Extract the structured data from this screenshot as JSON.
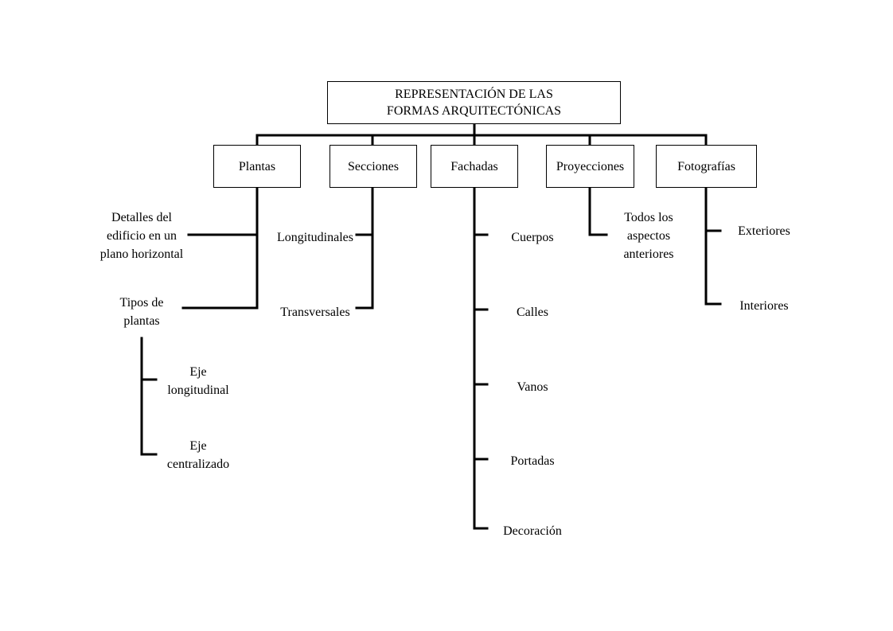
{
  "root": "REPRESENTACIÓN DE LAS\nFORMAS ARQUITECTÓNICAS",
  "categories": {
    "plantas": "Plantas",
    "secciones": "Secciones",
    "fachadas": "Fachadas",
    "proyecciones": "Proyecciones",
    "fotografias": "Fotografías"
  },
  "plantas": {
    "detalles": "Detalles del\nedificio en un\nplano horizontal",
    "tipos": "Tipos de\nplantas",
    "tipos_children": {
      "eje_longitudinal": "Eje\nlongitudinal",
      "eje_centralizado": "Eje\ncentralizado"
    }
  },
  "secciones": {
    "longitudinales": "Longitudinales",
    "transversales": "Transversales"
  },
  "fachadas": {
    "cuerpos": "Cuerpos",
    "calles": "Calles",
    "vanos": "Vanos",
    "portadas": "Portadas",
    "decoracion": "Decoración"
  },
  "proyecciones": {
    "todos": "Todos los\naspectos\nanteriores"
  },
  "fotografias": {
    "exteriores": "Exteriores",
    "interiores": "Interiores"
  }
}
